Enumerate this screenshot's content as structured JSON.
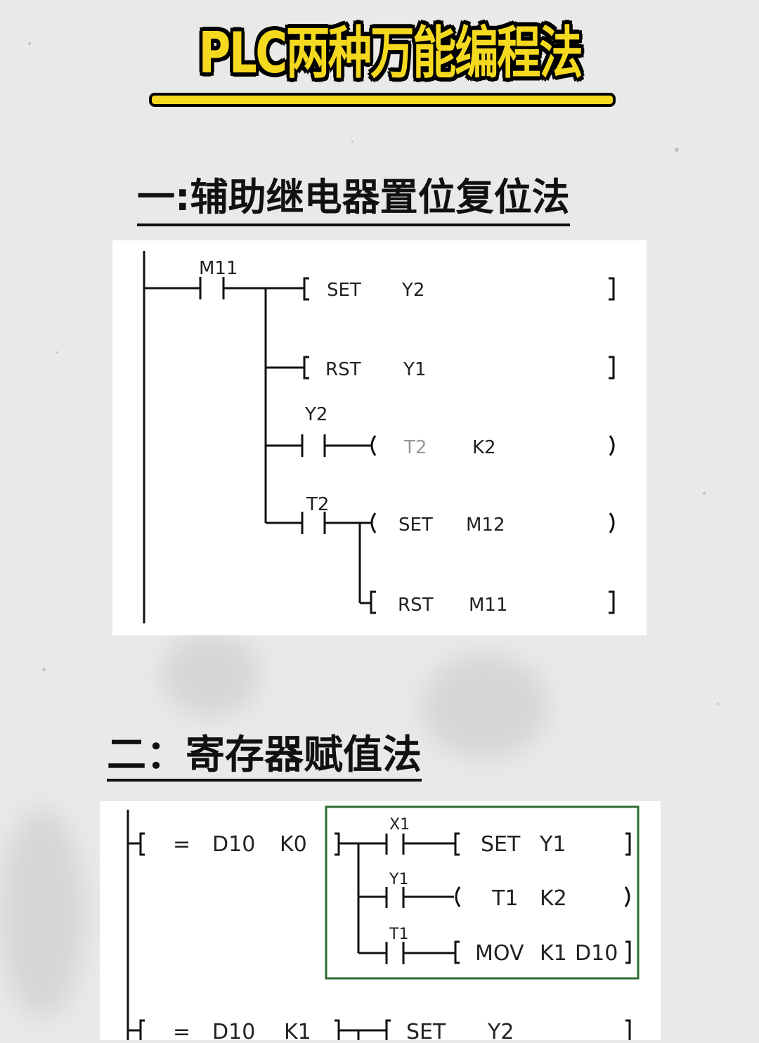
{
  "title": "PLC两种万能编程法",
  "section1": {
    "heading": "一:辅助继电器置位复位法",
    "rungs": [
      {
        "contact": "M11",
        "instr": "SET",
        "operand": "Y2",
        "close": "]"
      },
      {
        "contact": "",
        "instr": "RST",
        "operand": "Y1",
        "close": "]"
      },
      {
        "contact": "Y2",
        "instr": "T2",
        "operand": "K2",
        "close": ")"
      },
      {
        "contact": "T2",
        "instr": "SET",
        "operand": "M12",
        "close": ")"
      },
      {
        "contact": "",
        "instr": "RST",
        "operand": "M11",
        "close": "]"
      }
    ]
  },
  "section2": {
    "heading": "二：寄存器赋值法",
    "compare1": {
      "op": "=",
      "reg": "D10",
      "val": "K0"
    },
    "branches": [
      {
        "contact": "X1",
        "instr": "SET",
        "op1": "Y1",
        "op2": "",
        "close": "]"
      },
      {
        "contact": "Y1",
        "instr": "T1",
        "op1": "K2",
        "op2": "",
        "close": ")"
      },
      {
        "contact": "T1",
        "instr": "MOV",
        "op1": "K1",
        "op2": "D10",
        "close": "]"
      }
    ],
    "compare2": {
      "op": "=",
      "reg": "D10",
      "val": "K1"
    },
    "rung2": {
      "instr": "SET",
      "op1": "Y2",
      "close": "]"
    },
    "highlight_color": "#2e6b36"
  }
}
